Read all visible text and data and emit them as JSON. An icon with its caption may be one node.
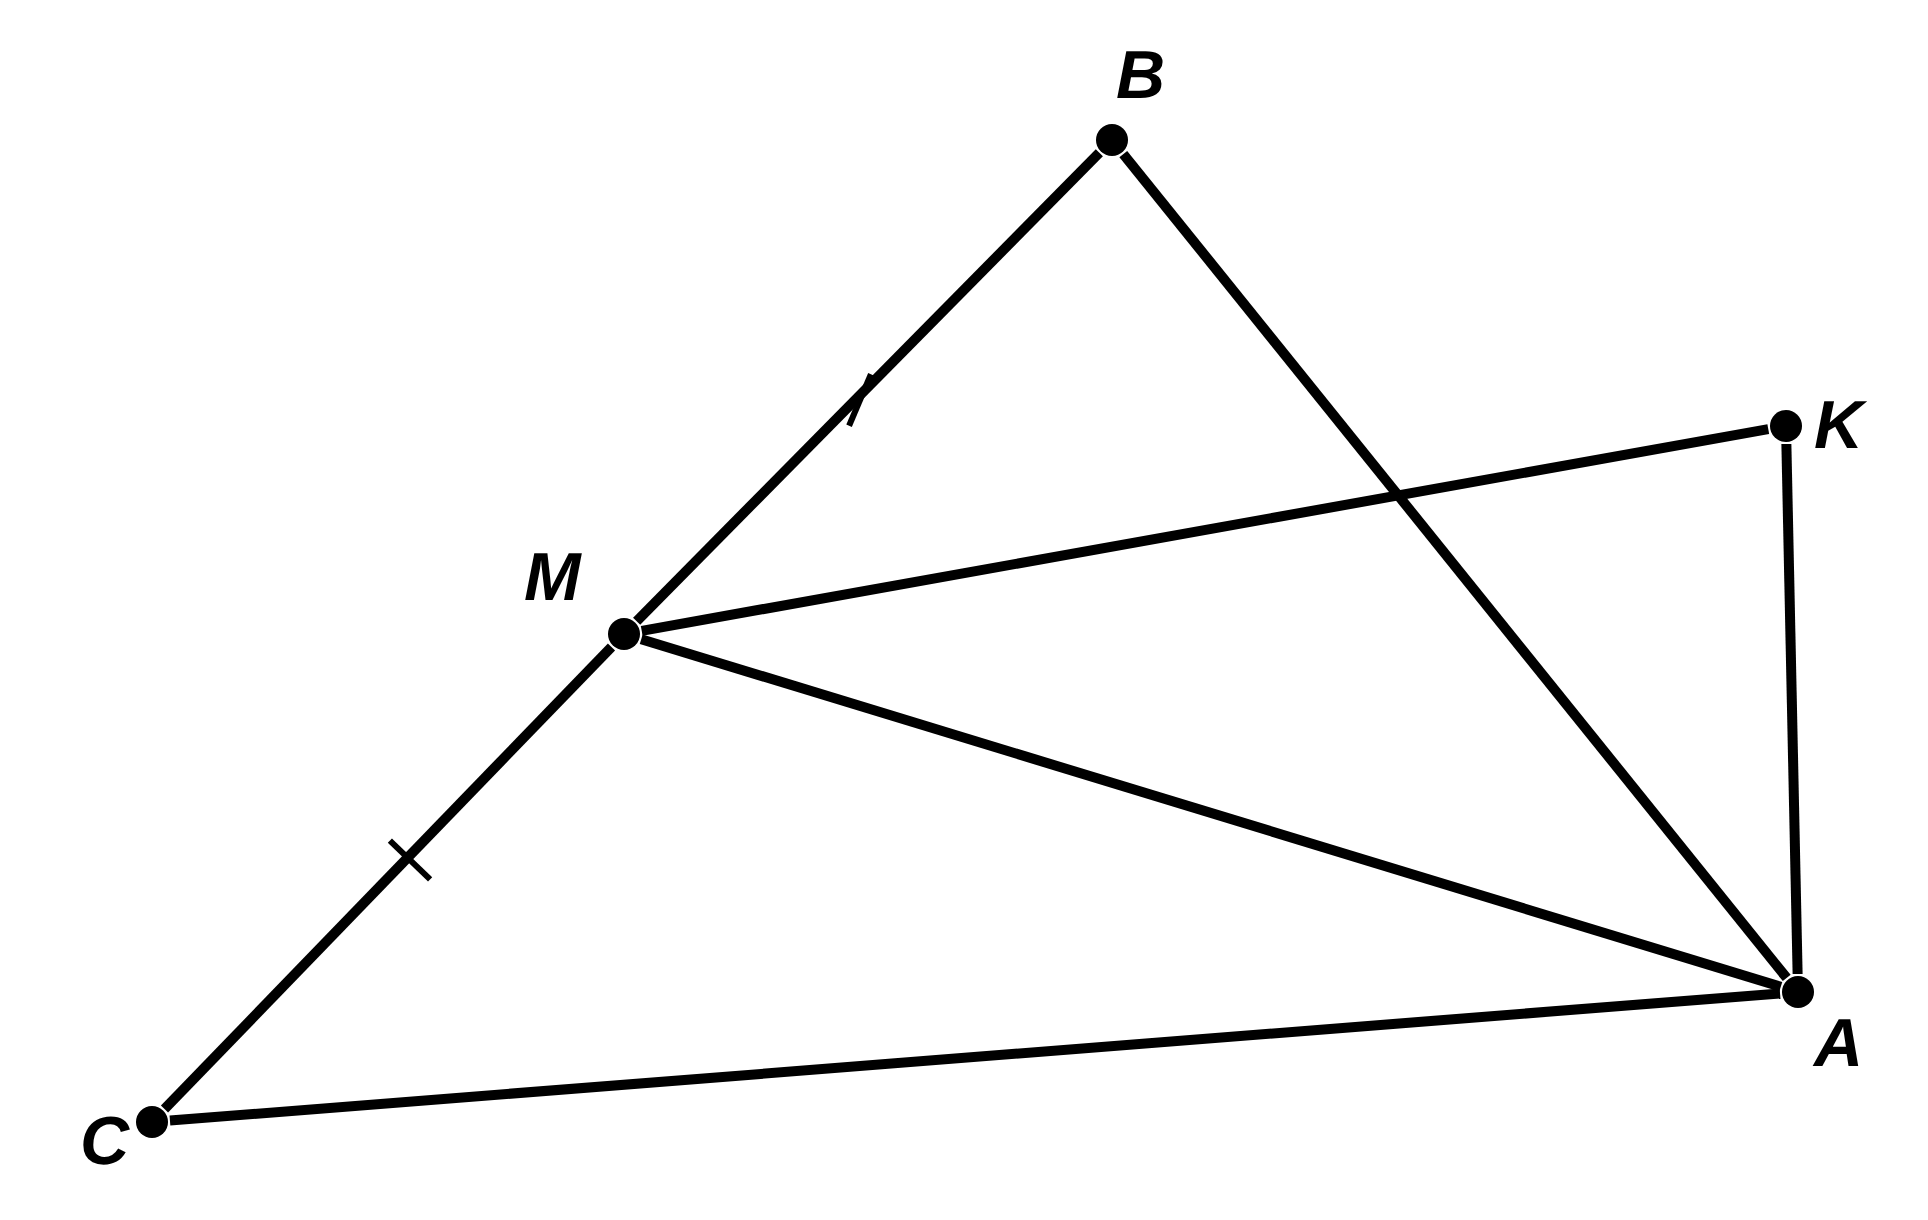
{
  "diagram": {
    "nodes": [
      {
        "text": [
          "B"
        ]
      },
      {
        "text": [
          "K"
        ]
      },
      {
        "text": [
          "M"
        ]
      },
      {
        "text": [
          "A"
        ]
      },
      {
        "text": [
          "C"
        ]
      }
    ],
    "edges": [
      {
        "from": 0,
        "to": 2,
        "arrow": "none"
      },
      {
        "from": 2,
        "to": 4,
        "arrow": "none"
      },
      {
        "from": 0,
        "to": 3,
        "arrow": "none"
      },
      {
        "from": 2,
        "to": 1,
        "arrow": "none"
      },
      {
        "from": 1,
        "to": 3,
        "arrow": "none"
      },
      {
        "from": 2,
        "to": 3,
        "arrow": "none"
      },
      {
        "from": 4,
        "to": 3,
        "arrow": "none"
      }
    ]
  }
}
